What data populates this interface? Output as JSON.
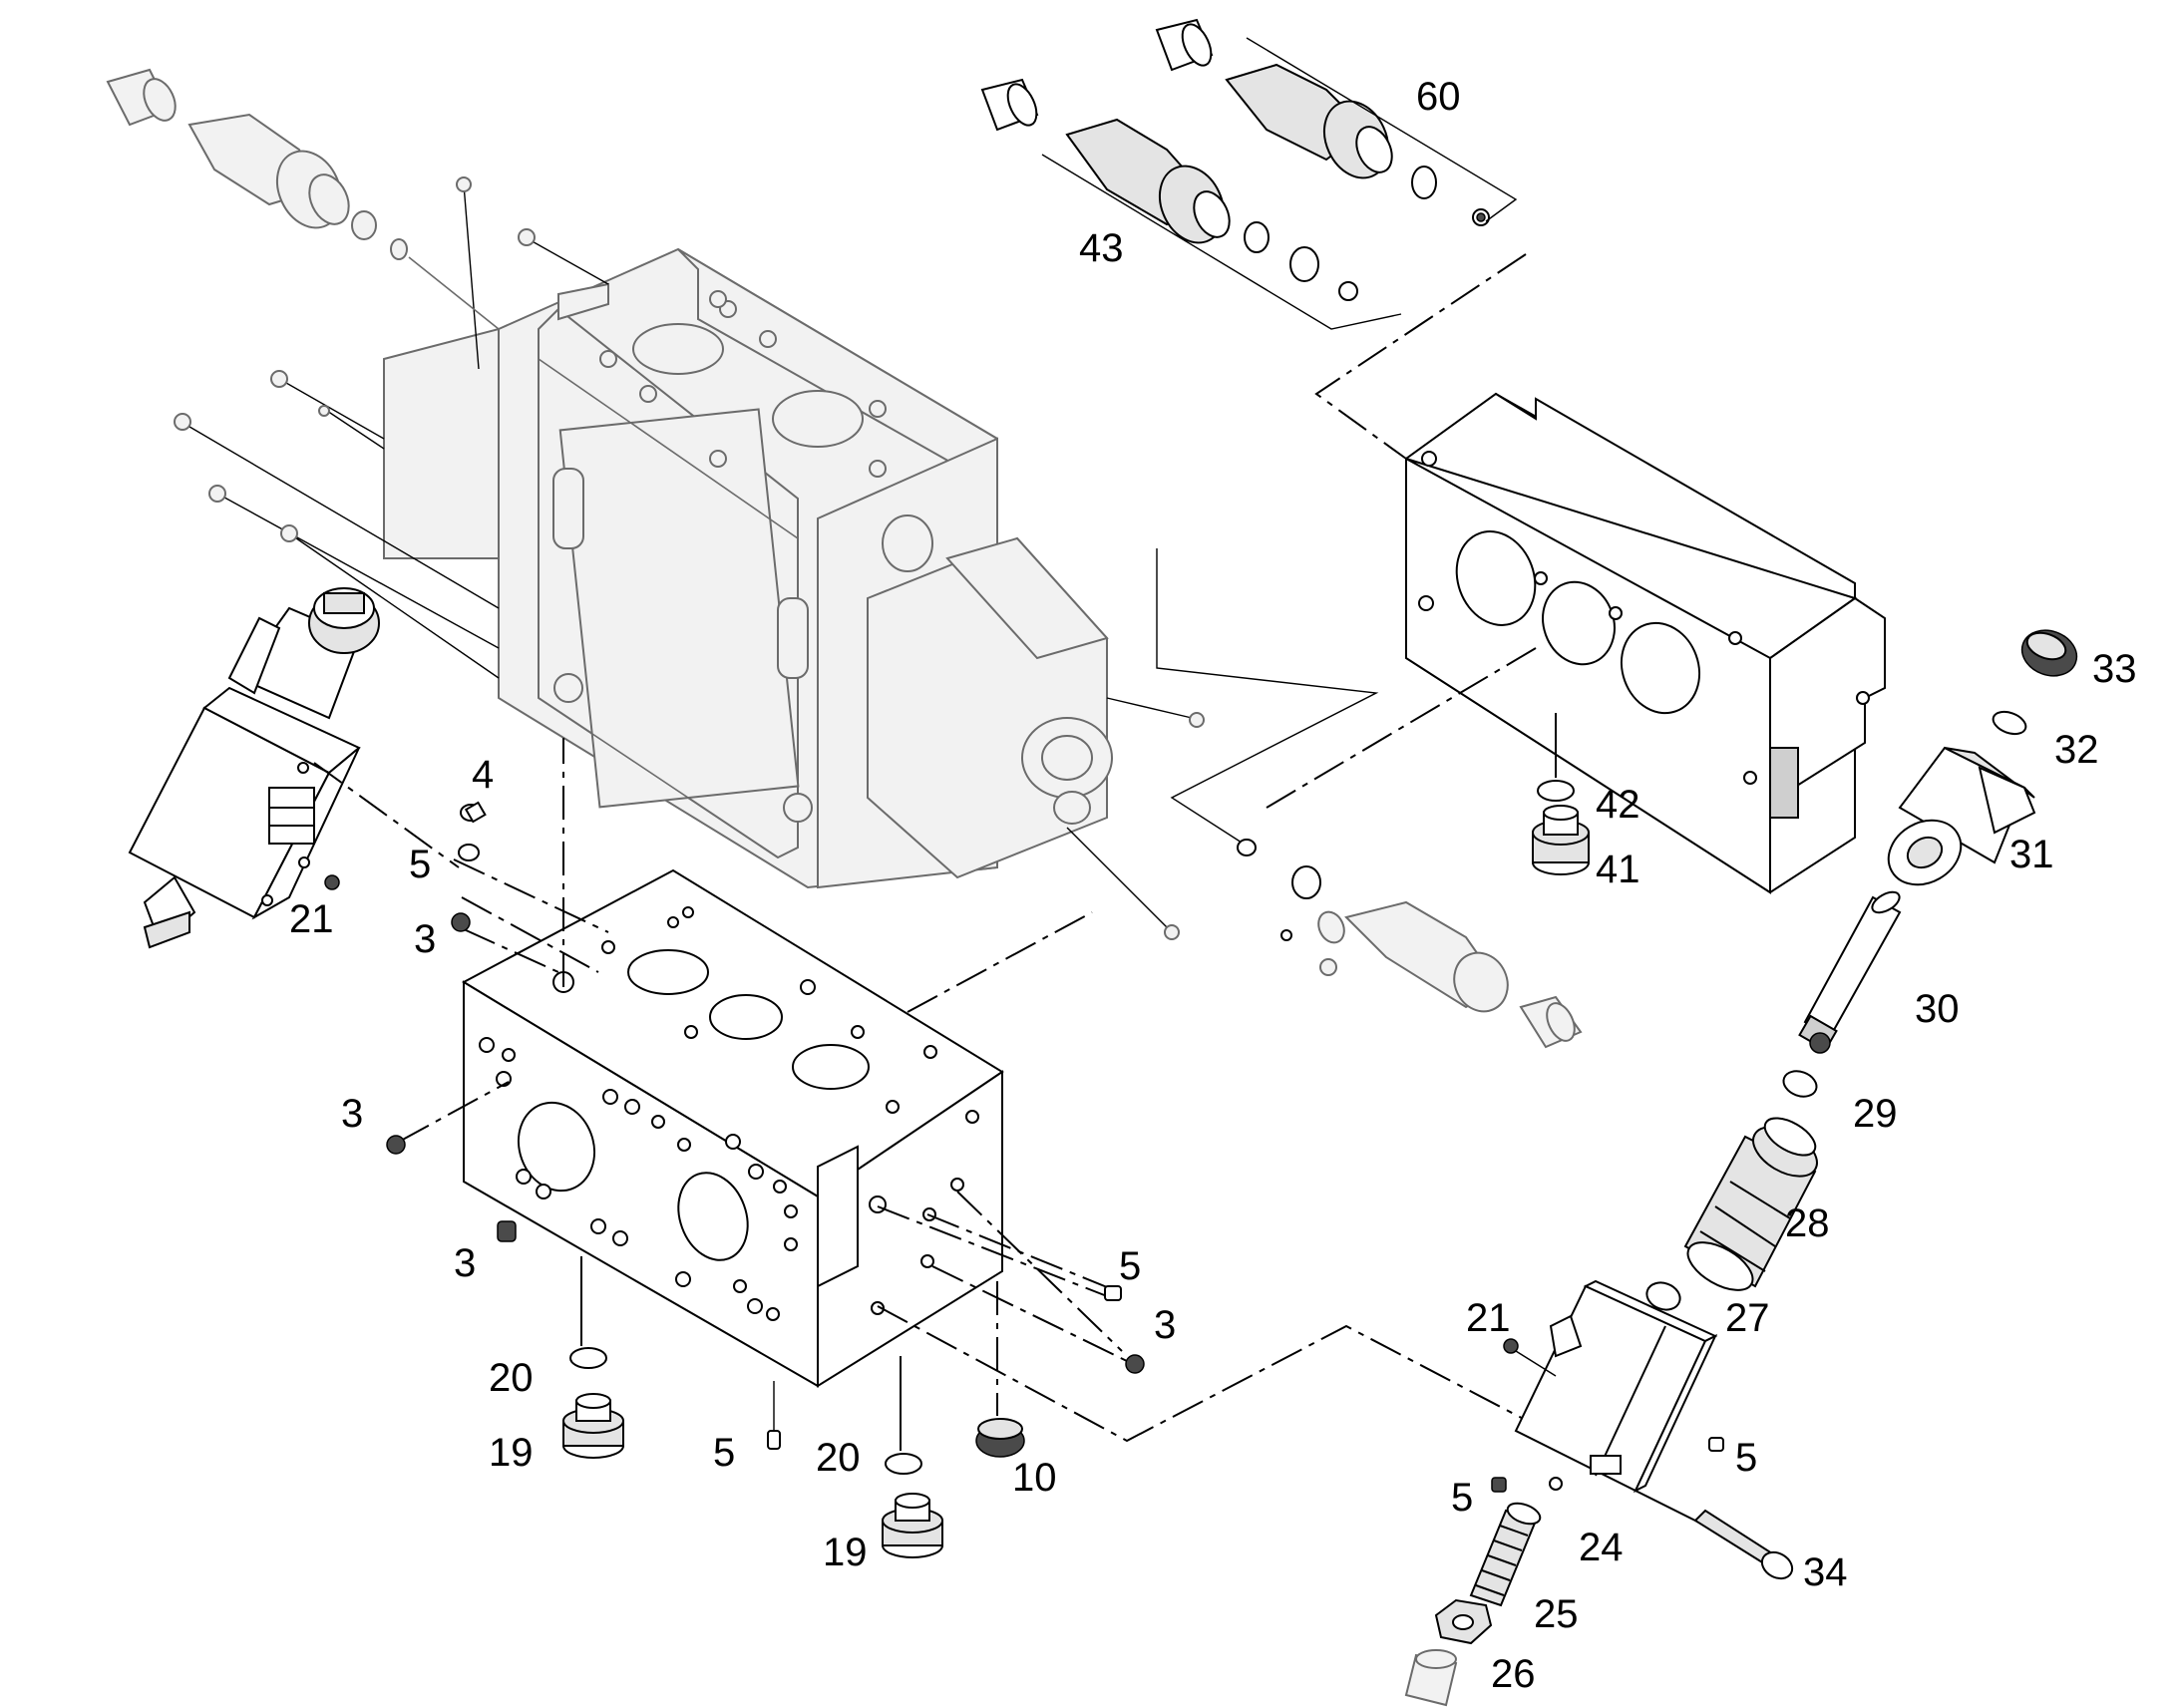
{
  "callouts": {
    "c60": "60",
    "c43": "43",
    "c33": "33",
    "c32": "32",
    "c31": "31",
    "c30": "30",
    "c29": "29",
    "c28": "28",
    "c27": "27",
    "c42": "42",
    "c41": "41",
    "c4": "4",
    "c5a": "5",
    "c3a": "3",
    "c21a": "21",
    "c3b": "3",
    "c3c": "3",
    "c5b": "5",
    "c3d": "3",
    "c20a": "20",
    "c19a": "19",
    "c5c": "5",
    "c20b": "20",
    "c19b": "19",
    "c10": "10",
    "c21b": "21",
    "c5d": "5",
    "c5e": "5",
    "c24": "24",
    "c34": "34",
    "c25": "25",
    "c26": "26"
  }
}
